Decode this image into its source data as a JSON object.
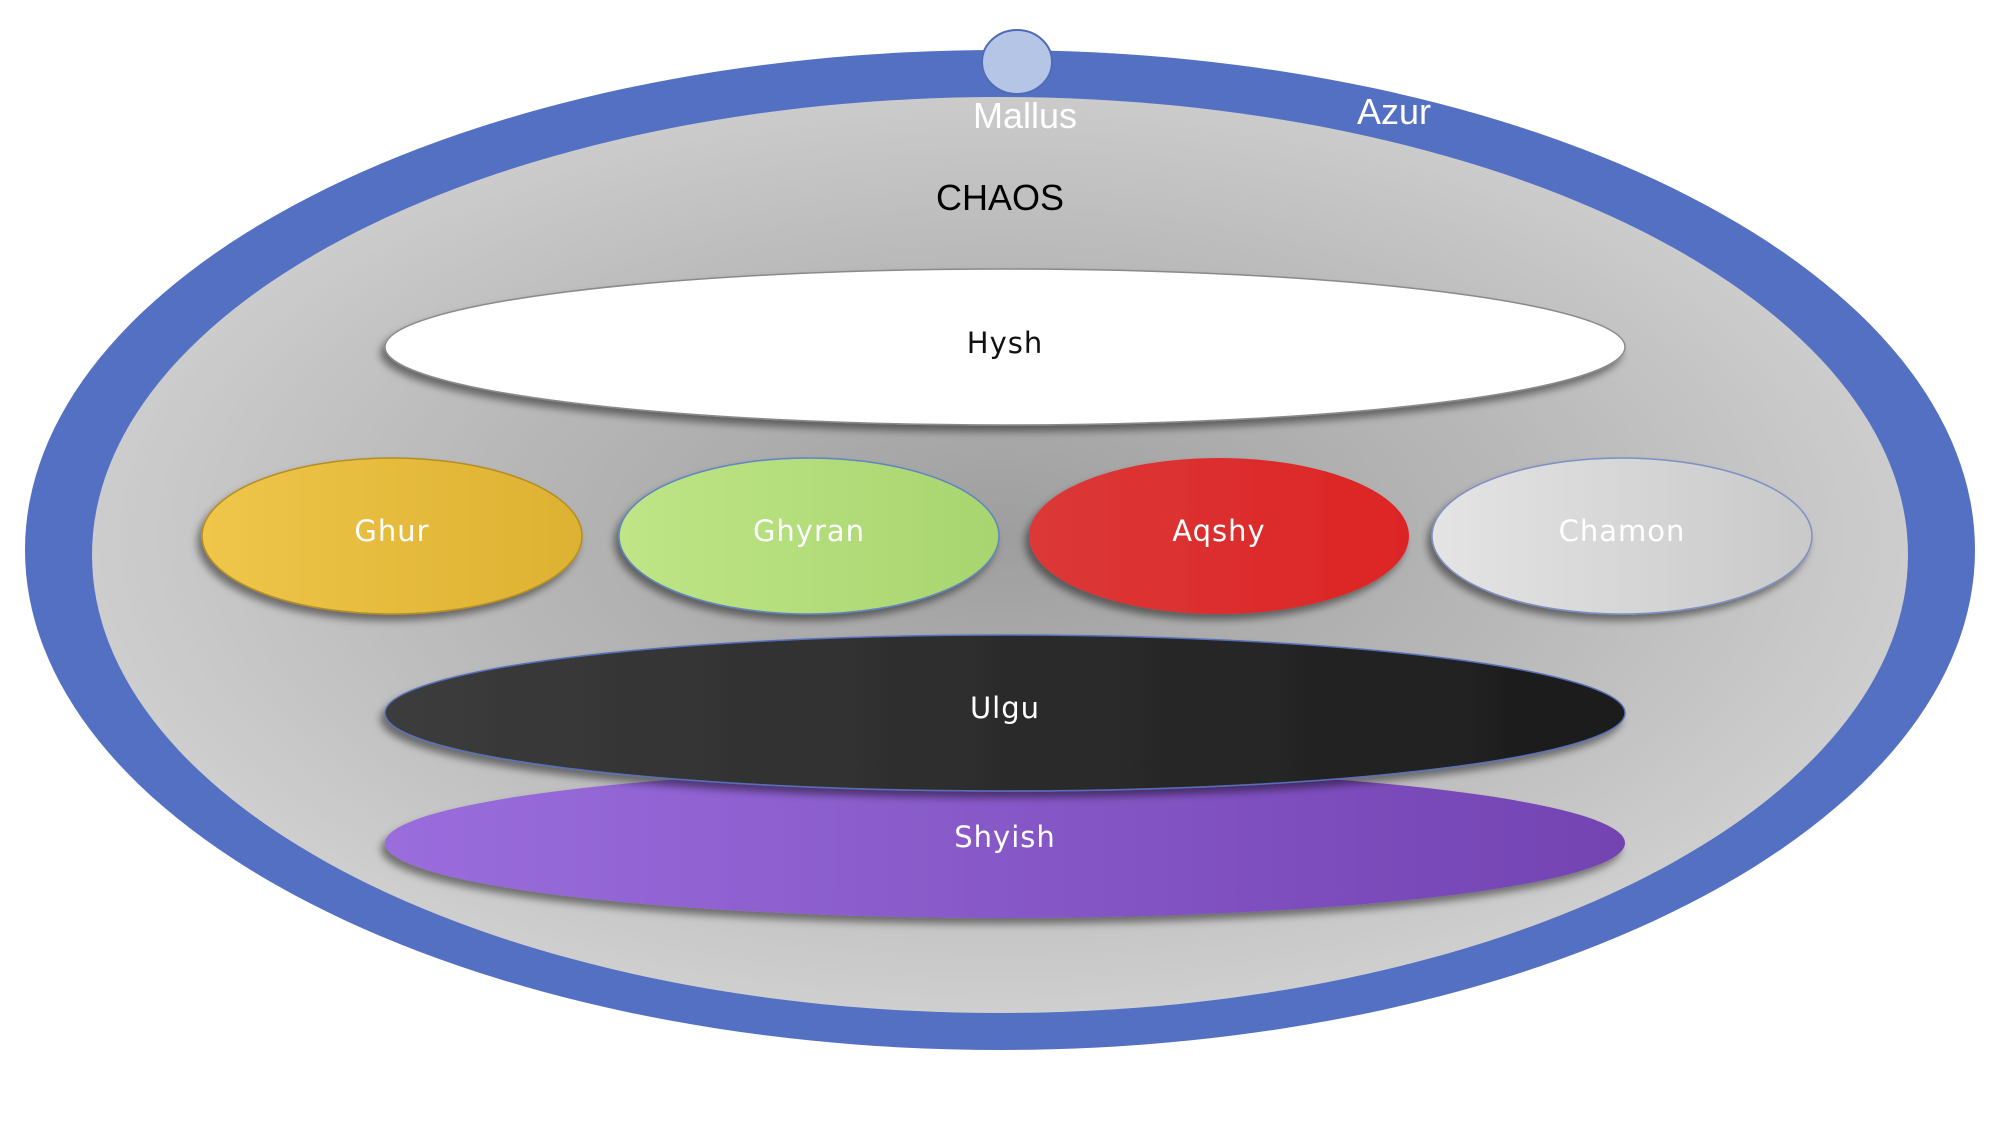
{
  "diagram": {
    "outer_ring": {
      "label": "Azur",
      "color": "#5470c3"
    },
    "world": {
      "label": "Mallus",
      "color": "#b4c5e6"
    },
    "core": {
      "label": "CHAOS",
      "color": "#bebebe"
    },
    "realms": [
      {
        "label": "Hysh",
        "fill": "#ffffff",
        "text_color": "#111111"
      },
      {
        "label": "Ghur",
        "fill": "#e8b634",
        "text_color": "#ffffff"
      },
      {
        "label": "Ghyran",
        "fill": "#b2df7e",
        "text_color": "#ffffff"
      },
      {
        "label": "Aqshy",
        "fill": "#da2a2a",
        "text_color": "#ffffff"
      },
      {
        "label": "Chamon",
        "fill": "#d7d7d7",
        "text_color": "#ffffff"
      },
      {
        "label": "Ulgu",
        "fill": "#2c2c2c",
        "text_color": "#ffffff"
      },
      {
        "label": "Shyish",
        "fill": "#8a5ccf",
        "text_color": "#ffffff"
      }
    ]
  }
}
